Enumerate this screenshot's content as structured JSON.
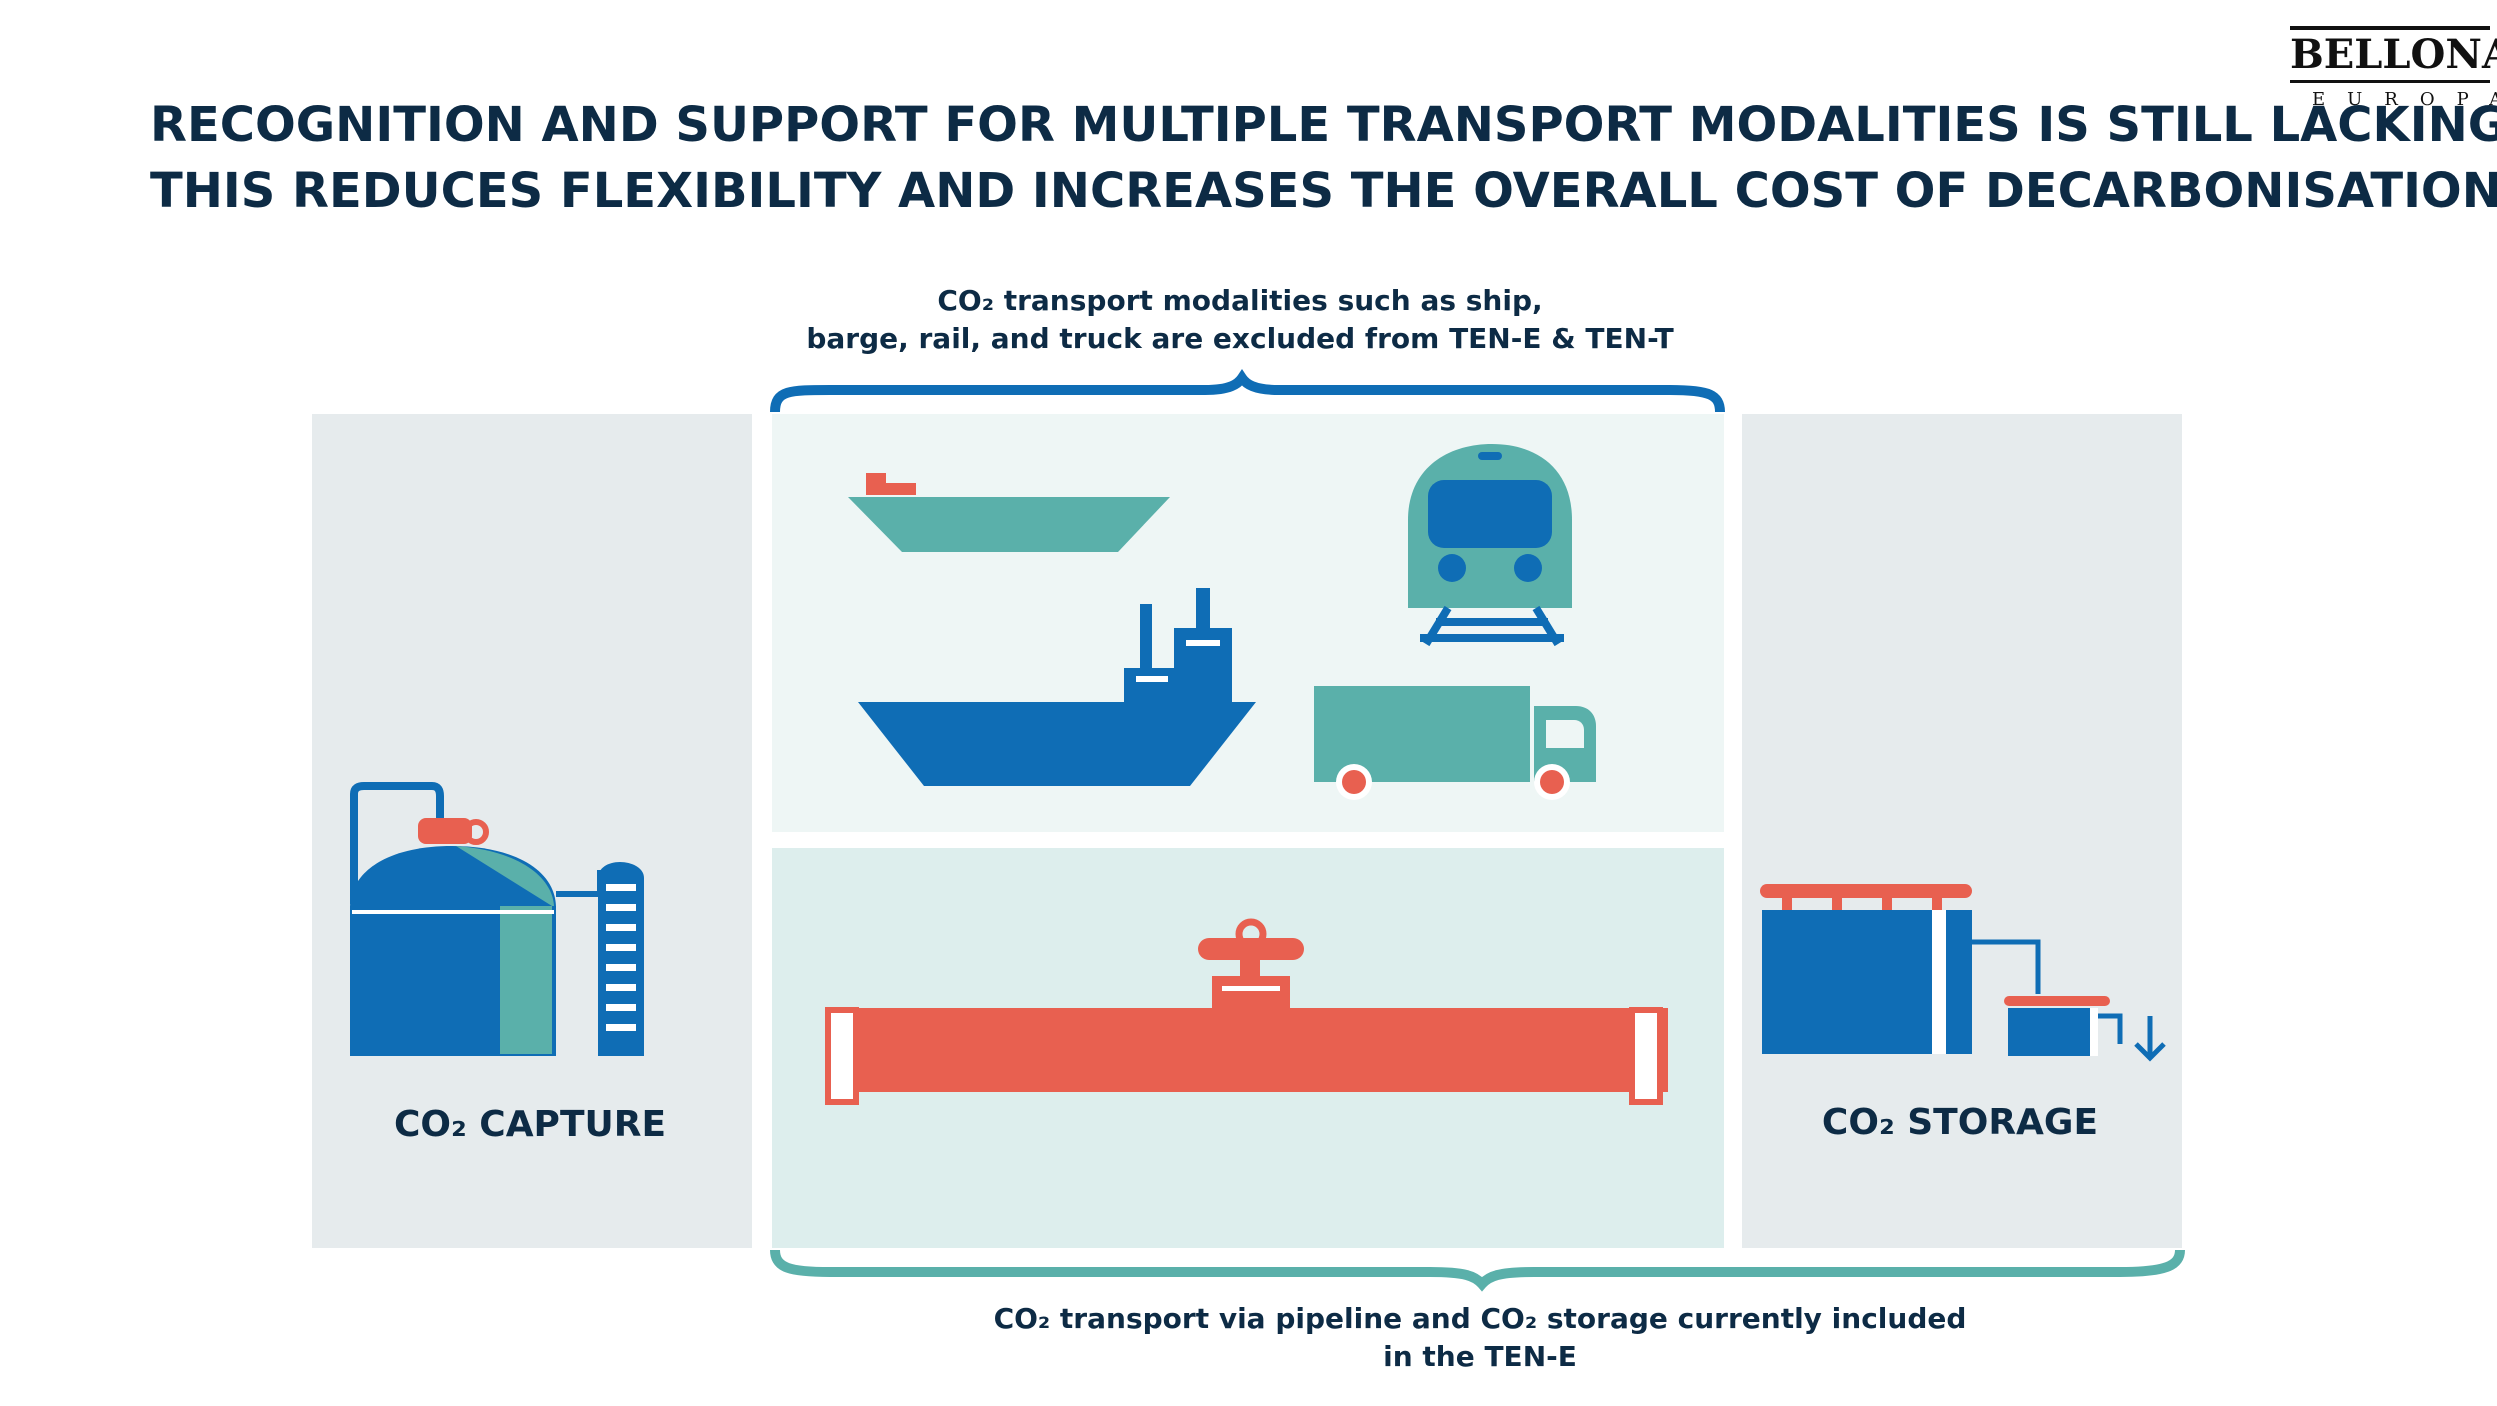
{
  "logo": {
    "name": "BELLONA",
    "sub": "EUROPA"
  },
  "headline": {
    "line1": "RECOGNITION AND SUPPORT FOR MULTIPLE TRANSPORT MODALITIES IS STILL LACKING.",
    "line2": "THIS REDUCES FLEXIBILITY AND INCREASES THE OVERALL COST OF DECARBONISATION."
  },
  "top_caption": {
    "line1": "CO₂ transport modalities such as ship,",
    "line2": "barge, rail, and truck are excluded from TEN-E & TEN-T"
  },
  "bottom_caption": {
    "line1": "CO₂ transport via pipeline and CO₂ storage currently included",
    "line2": "in the TEN-E"
  },
  "panels": {
    "capture_label": "CO₂ CAPTURE",
    "storage_label": "CO₂ STORAGE"
  },
  "icons": [
    "barge-icon",
    "train-icon",
    "ship-icon",
    "truck-icon",
    "pipeline-valve-icon",
    "capture-plant-icon",
    "storage-facility-icon",
    "down-arrow-icon"
  ],
  "colors": {
    "navy": "#0d2b45",
    "blue": "#0f6db5",
    "teal": "#5ab0aa",
    "coral": "#e86050",
    "panel_grey": "#e6ebed",
    "panel_light": "#eef6f5",
    "panel_teal": "#ddeeed"
  }
}
